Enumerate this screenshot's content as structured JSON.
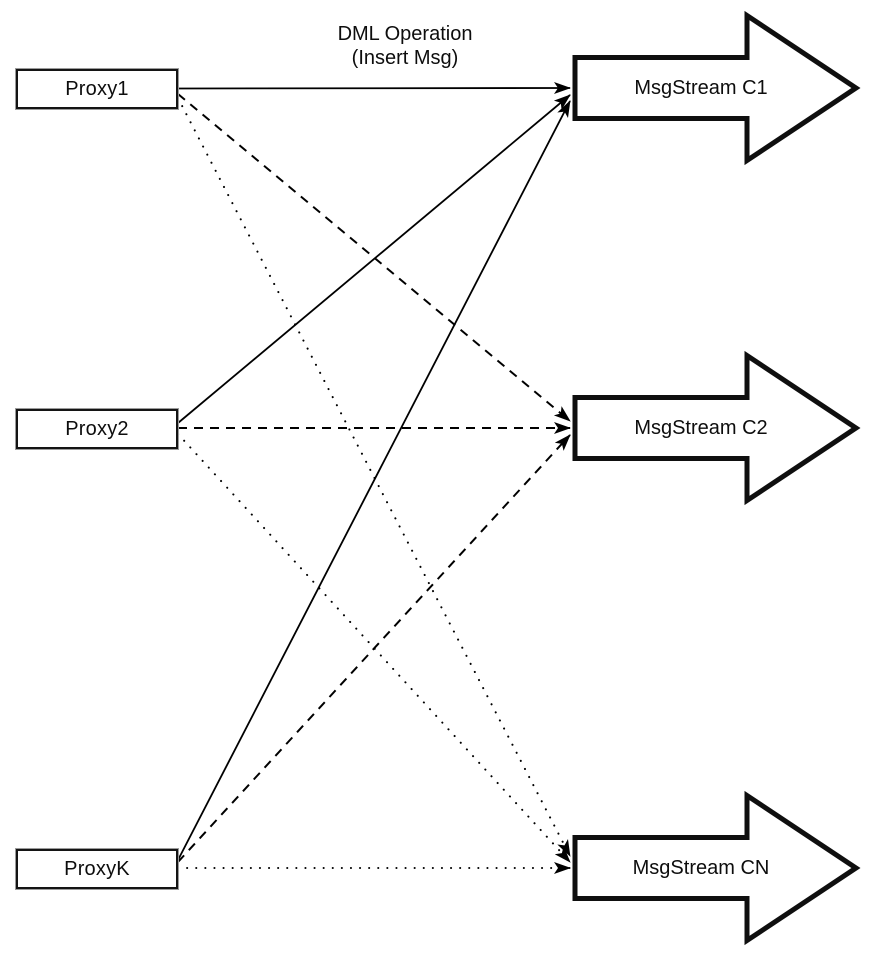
{
  "diagram": {
    "edge_label": {
      "line1": "DML Operation",
      "line2": "(Insert Msg)"
    },
    "proxies": [
      {
        "label": "Proxy1"
      },
      {
        "label": "Proxy2"
      },
      {
        "label": "ProxyK"
      }
    ],
    "streams": [
      {
        "label": "MsgStream C1"
      },
      {
        "label": "MsgStream C2"
      },
      {
        "label": "MsgStream CN"
      }
    ],
    "edges": [
      {
        "from": "Proxy1",
        "to": "MsgStream C1",
        "style": "solid",
        "label": "DML Operation (Insert Msg)"
      },
      {
        "from": "Proxy2",
        "to": "MsgStream C1",
        "style": "solid"
      },
      {
        "from": "ProxyK",
        "to": "MsgStream C1",
        "style": "solid"
      },
      {
        "from": "Proxy1",
        "to": "MsgStream C2",
        "style": "dashed"
      },
      {
        "from": "Proxy2",
        "to": "MsgStream C2",
        "style": "dashed"
      },
      {
        "from": "ProxyK",
        "to": "MsgStream C2",
        "style": "dashed"
      },
      {
        "from": "Proxy1",
        "to": "MsgStream CN",
        "style": "dotted"
      },
      {
        "from": "Proxy2",
        "to": "MsgStream CN",
        "style": "dotted"
      },
      {
        "from": "ProxyK",
        "to": "MsgStream CN",
        "style": "dotted"
      }
    ],
    "colors": {
      "line": "#000000",
      "shape_outline": "#0f0f0f",
      "shape_fill": "#ffffff",
      "text": "#0d0d0d"
    }
  }
}
